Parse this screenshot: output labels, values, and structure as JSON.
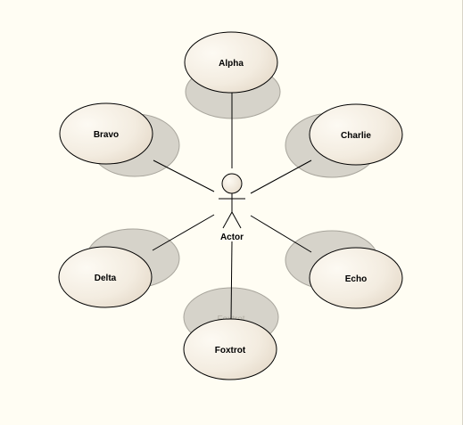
{
  "diagram": {
    "actor": {
      "label": "Actor"
    },
    "use_cases": [
      {
        "id": "alpha",
        "label": "Alpha"
      },
      {
        "id": "bravo",
        "label": "Bravo"
      },
      {
        "id": "charlie",
        "label": "Charlie"
      },
      {
        "id": "delta",
        "label": "Delta"
      },
      {
        "id": "echo",
        "label": "Echo"
      },
      {
        "id": "foxtrot",
        "label": "Foxtrot"
      }
    ],
    "ghost_labels": {
      "foxtrot": "Foxtrot"
    },
    "colors": {
      "background": "#fffdf3",
      "shadow_fill": "#d6d3ca",
      "shadow_stroke": "#a8a59c",
      "ellipse_light": "#fbf7ee",
      "ellipse_dark": "#e8ddcd",
      "outline": "#000000"
    }
  }
}
